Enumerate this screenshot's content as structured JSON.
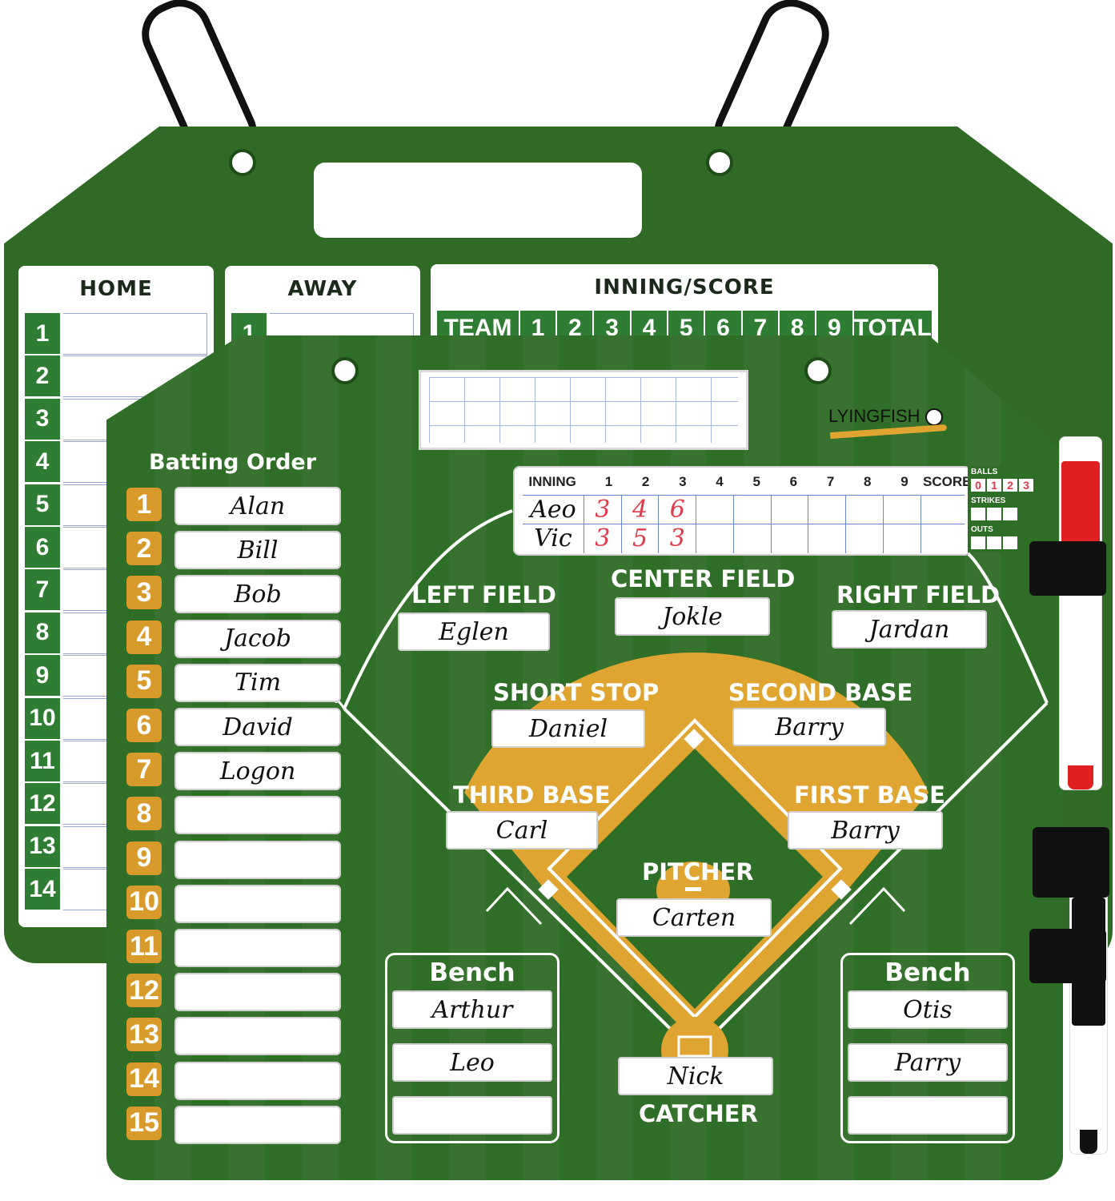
{
  "back_board": {
    "home_title": "HOME",
    "away_title": "AWAY",
    "inning_title": "INNING/SCORE",
    "inning_headers": [
      "TEAM",
      "1",
      "2",
      "3",
      "4",
      "5",
      "6",
      "7",
      "8",
      "9",
      "TOTAL"
    ],
    "home_numbers": [
      "1",
      "2",
      "3",
      "4",
      "5",
      "6",
      "7",
      "8",
      "9",
      "10",
      "11",
      "12",
      "13",
      "14"
    ],
    "away_numbers": [
      "1"
    ]
  },
  "front_board": {
    "logo": "LYINGFISH",
    "batting_title": "Batting Order",
    "batting_numbers": [
      "1",
      "2",
      "3",
      "4",
      "5",
      "6",
      "7",
      "8",
      "9",
      "10",
      "11",
      "12",
      "13",
      "14",
      "15"
    ],
    "batting_names": [
      "Alan",
      "Bill",
      "Bob",
      "Jacob",
      "Tim",
      "David",
      "Logon",
      "",
      "",
      "",
      "",
      "",
      "",
      "",
      ""
    ],
    "scoreboard": {
      "headers": [
        "INNING",
        "1",
        "2",
        "3",
        "4",
        "5",
        "6",
        "7",
        "8",
        "9",
        "SCORE"
      ],
      "rows": [
        {
          "team": "Aeo",
          "scores": [
            "3",
            "4",
            "6",
            "",
            "",
            "",
            "",
            "",
            ""
          ]
        },
        {
          "team": "Vic",
          "scores": [
            "3",
            "5",
            "3",
            "",
            "",
            "",
            "",
            "",
            ""
          ]
        }
      ],
      "balls_label": "BALLS",
      "balls_values": [
        "0",
        "1",
        "2",
        "3"
      ],
      "strikes_label": "STRIKES",
      "outs_label": "OUTS"
    },
    "positions": {
      "left_field": {
        "label": "LEFT FIELD",
        "name": "Eglen"
      },
      "center_field": {
        "label": "CENTER FIELD",
        "name": "Jokle"
      },
      "right_field": {
        "label": "RIGHT FIELD",
        "name": "Jardan"
      },
      "short_stop": {
        "label": "SHORT STOP",
        "name": "Daniel"
      },
      "second_base": {
        "label": "SECOND BASE",
        "name": "Barry"
      },
      "third_base": {
        "label": "THIRD BASE",
        "name": "Carl"
      },
      "first_base": {
        "label": "FIRST BASE",
        "name": "Barry"
      },
      "pitcher": {
        "label": "PITCHER",
        "name": "Carten"
      },
      "catcher": {
        "label": "CATCHER",
        "name": "Nick"
      }
    },
    "bench_left": {
      "title": "Bench",
      "names": [
        "Arthur",
        "Leo",
        ""
      ]
    },
    "bench_right": {
      "title": "Bench",
      "names": [
        "Otis",
        "Parry",
        ""
      ]
    }
  },
  "colors": {
    "board_green": "#2f6e26",
    "infield_orange": "#e0a431",
    "number_orange": "#d89a2a",
    "score_red": "#e23a4a",
    "marker_cap_red": "#e02020"
  }
}
